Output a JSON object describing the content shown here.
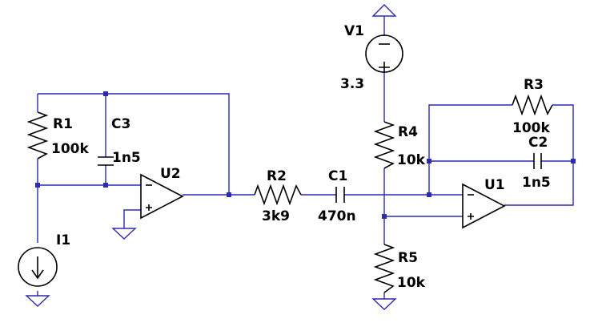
{
  "colors": {
    "wire": "#2b2bb0",
    "component": "#000000",
    "background": "#ffffff"
  },
  "components": {
    "V1": {
      "ref": "V1",
      "value": "3.3"
    },
    "R1": {
      "ref": "R1",
      "value": "100k"
    },
    "C3": {
      "ref": "C3",
      "value": "1n5"
    },
    "U2": {
      "ref": "U2"
    },
    "R2": {
      "ref": "R2",
      "value": "3k9"
    },
    "C1": {
      "ref": "C1",
      "value": "470n"
    },
    "R4": {
      "ref": "R4",
      "value": "10k"
    },
    "R3": {
      "ref": "R3",
      "value": "100k"
    },
    "C2": {
      "ref": "C2",
      "value": "1n5"
    },
    "U1": {
      "ref": "U1"
    },
    "R5": {
      "ref": "R5",
      "value": "10k"
    },
    "I1": {
      "ref": "I1"
    }
  }
}
